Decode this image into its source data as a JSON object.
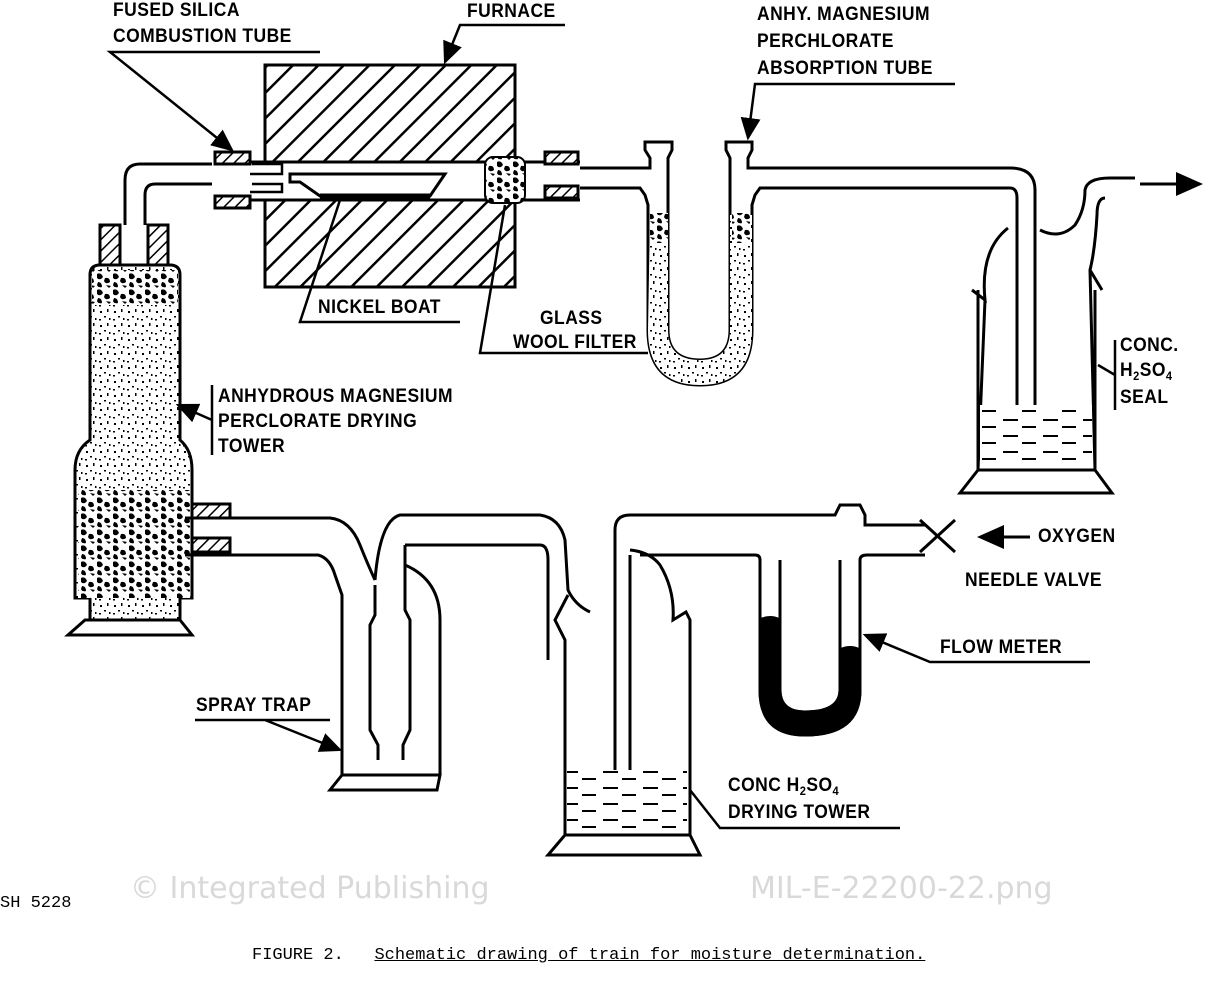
{
  "labels": {
    "combustion_tube": [
      "FUSED SILICA",
      "COMBUSTION TUBE"
    ],
    "furnace": "FURNACE",
    "absorption_tube": [
      "ANHY. MAGNESIUM",
      "PERCHLORATE",
      "ABSORPTION TUBE"
    ],
    "nickel_boat": "NICKEL BOAT",
    "glass_wool": [
      "GLASS",
      "WOOL FILTER"
    ],
    "seal": {
      "line1": "CONC.",
      "h": "H",
      "sub2": "2",
      "so": "SO",
      "sub4": "4",
      "line3": "SEAL"
    },
    "drying_tower_mg": [
      "ANHYDROUS MAGNESIUM",
      "PERCLORATE DRYING",
      "TOWER"
    ],
    "oxygen": "OXYGEN",
    "needle_valve": "NEEDLE VALVE",
    "flow_meter": "FLOW METER",
    "spray_trap": "SPRAY TRAP",
    "drying_tower_acid": {
      "conc": "CONC H",
      "sub2": "2",
      "so": "SO",
      "sub4": "4",
      "line2": "DRYING TOWER"
    }
  },
  "ref_code": "SH 5228",
  "caption": {
    "prefix": "FIGURE 2.",
    "title": "Schematic drawing of train for moisture determination."
  },
  "watermark": [
    "© Integrated Publishing",
    "MIL-E-22200-22.png"
  ],
  "colors": {
    "ink": "#000000",
    "watermark": "#d9d9d9",
    "background": "#ffffff"
  }
}
